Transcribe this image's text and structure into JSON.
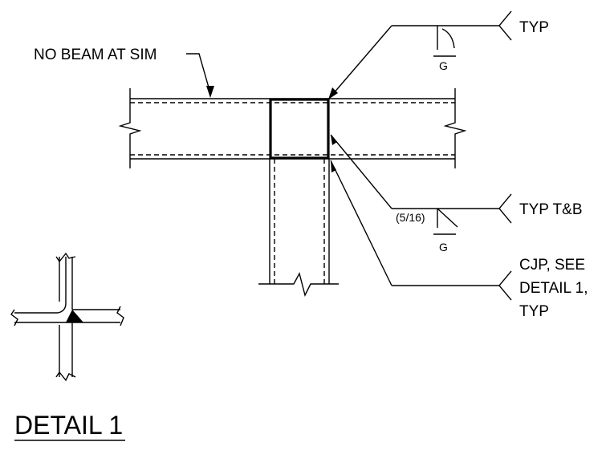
{
  "labels": {
    "no_beam": "NO BEAM AT SIM",
    "typ_top": "TYP",
    "weld_top_symbol": "G",
    "typ_tb": "TYP T&B",
    "weld_size": "(5/16)",
    "weld_bottom_symbol": "G",
    "cjp_line1": "CJP, SEE",
    "cjp_line2": "DETAIL 1,",
    "cjp_line3": "TYP",
    "detail_title": "DETAIL 1"
  }
}
